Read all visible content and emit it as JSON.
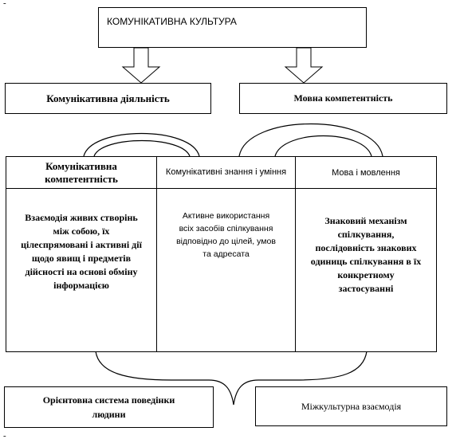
{
  "top_box": {
    "label": "КОМУНІКАТИВНА КУЛЬТУРА"
  },
  "level2": {
    "left": {
      "label": "Комунікативна діяльність"
    },
    "right": {
      "label": "Мовна  компетентність"
    }
  },
  "columns": [
    {
      "head": "Комунікативна компетентність",
      "body": "Взаємодія живих створінь між собою, їх цілеспрямовані і активні дії щодо явищ і предметів дійсності на основі обміну інформацією"
    },
    {
      "head": "Комунікативні знання і уміння",
      "body": "Активне використання всіх засобів спілкування відповідно до цілей, умов та адресата"
    },
    {
      "head": "Мова і мовлення",
      "body": "Знаковий механізм спілкування, послідовність знакових одиниць спілкування в їх конкретному застосуванні"
    }
  ],
  "bottom": {
    "left": {
      "label": "Орієнтовна система поведінки людини"
    },
    "right": {
      "label": "Міжкультурна взаємодія"
    }
  },
  "edge_marks": {
    "top_left": "-",
    "bottom_left": "-"
  }
}
